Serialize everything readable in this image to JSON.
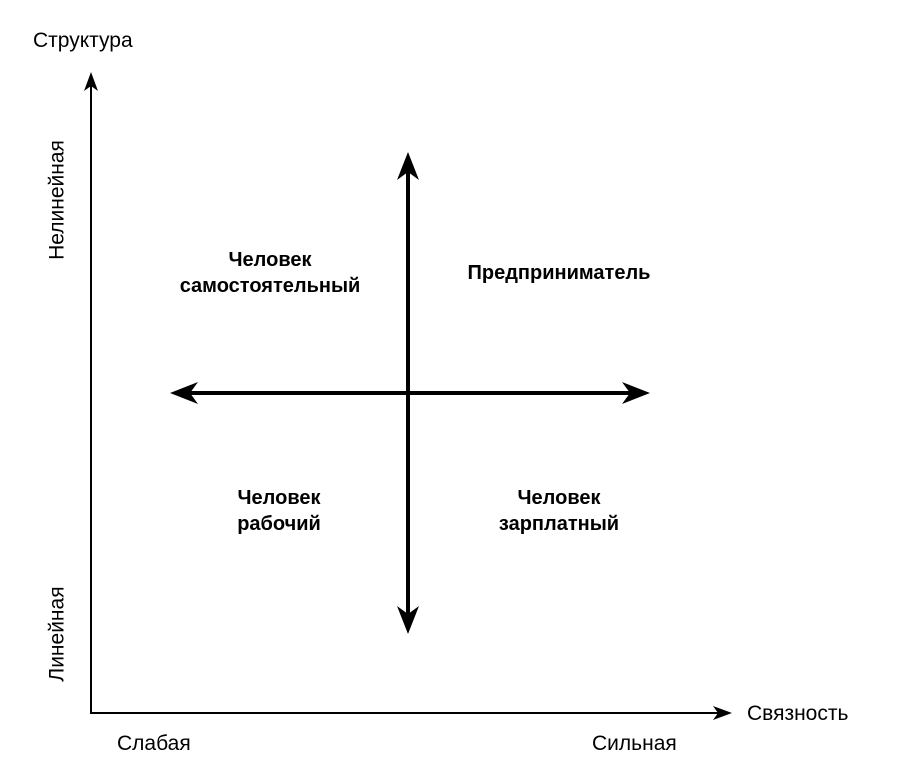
{
  "axes": {
    "y_title": "Структура",
    "x_title": "Связность",
    "y_high": "Нелинейная",
    "y_low": "Линейная",
    "x_low": "Слабая",
    "x_high": "Сильная"
  },
  "quadrants": {
    "top_left": {
      "line1": "Человек",
      "line2": "самостоятельный"
    },
    "top_right": {
      "line1": "Предприниматель"
    },
    "bottom_left": {
      "line1": "Человек",
      "line2": "рабочий"
    },
    "bottom_right": {
      "line1": "Человек",
      "line2": "зарплатный"
    }
  },
  "colors": {
    "stroke": "#000000",
    "background": "#ffffff"
  }
}
